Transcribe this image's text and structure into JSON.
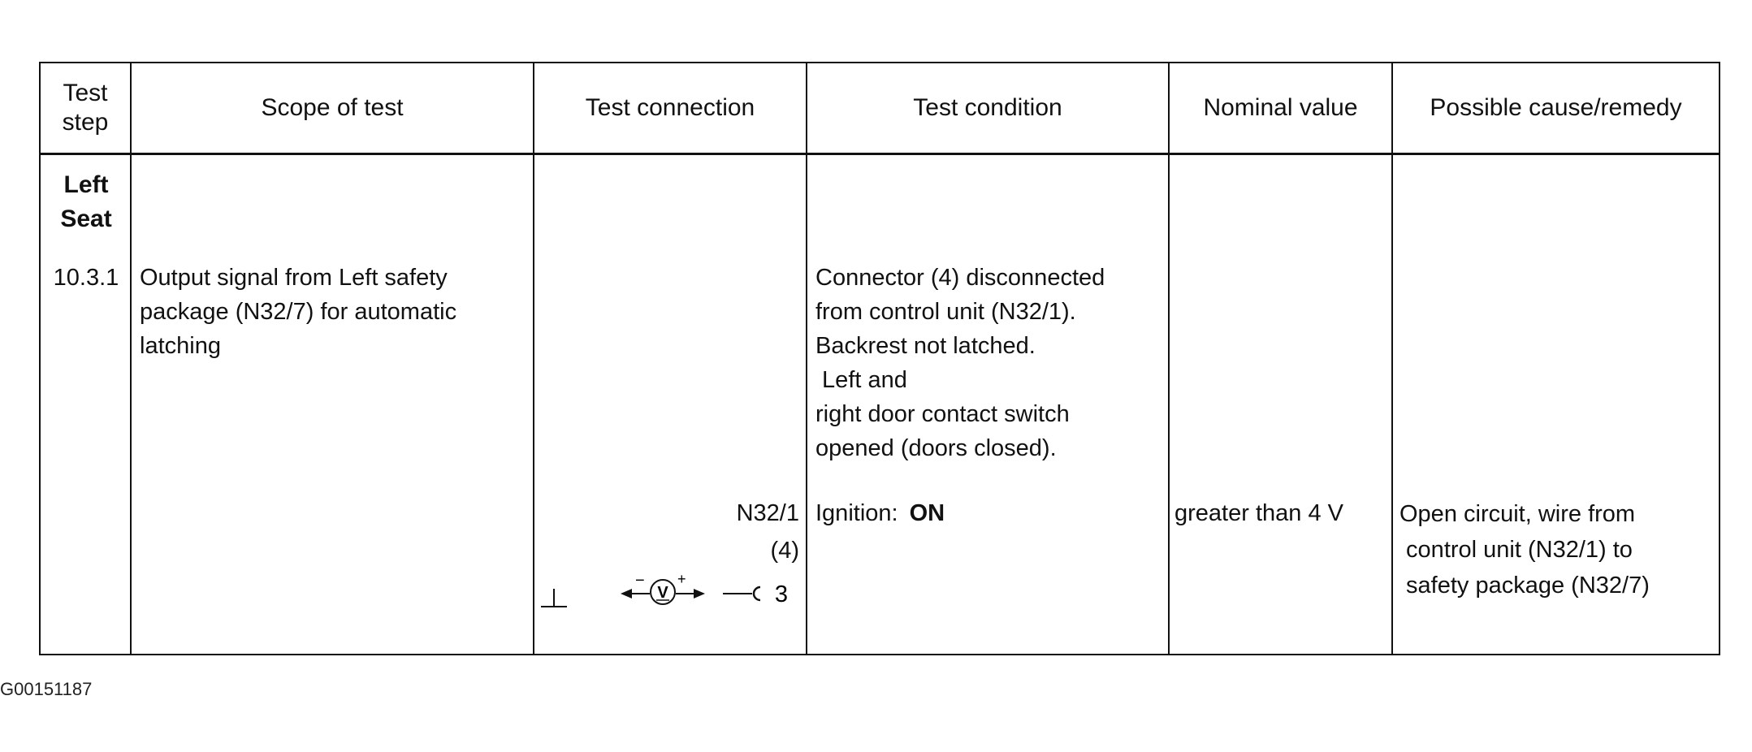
{
  "table": {
    "headers": [
      "Test step",
      "Scope of test",
      "Test connection",
      "Test condition",
      "Nominal value",
      "Possible cause/remedy"
    ],
    "row": {
      "step_label": "Left Seat",
      "step_number": "10.3.1",
      "scope": "Output signal from Left safety package (N32/7) for automatic latching",
      "connection": {
        "component": "N32/1",
        "connector": "(4)",
        "pin": "3",
        "meter_symbol": "V",
        "minus": "−",
        "plus": "+"
      },
      "condition": {
        "lines": [
          "Connector (4) disconnected",
          "from control unit (N32/1).",
          "Backrest not latched.",
          " Left and",
          "right door contact switch",
          "opened (doors closed)."
        ],
        "ignition_label": "Ignition:",
        "ignition_value": "ON"
      },
      "nominal_value": "greater than 4 V",
      "remedy_lines": [
        "Open circuit, wire from",
        " control unit (N32/1) to",
        " safety package (N32/7)"
      ]
    }
  },
  "footer": {
    "image_id": "G00151187"
  }
}
